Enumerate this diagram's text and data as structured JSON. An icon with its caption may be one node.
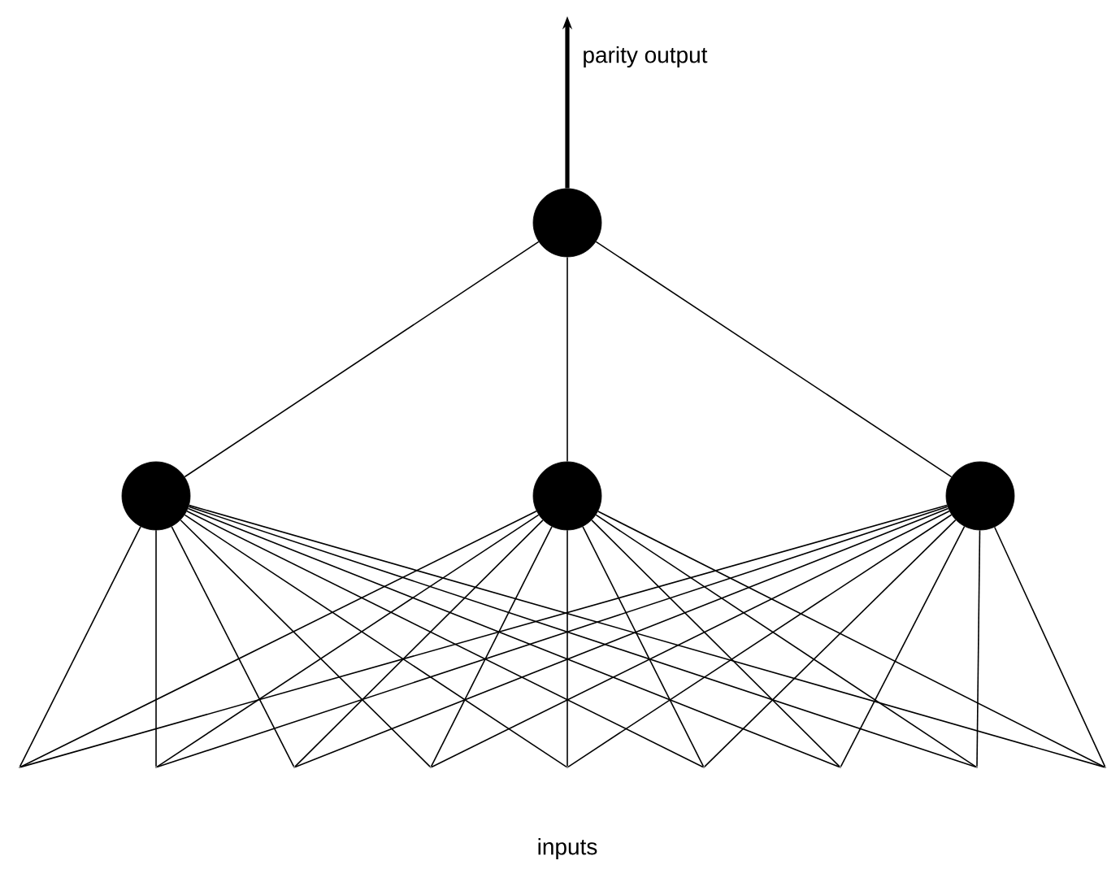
{
  "diagram": {
    "nodes": [
      {
        "text": [],
        "shape": "circle"
      },
      {
        "text": [],
        "shape": "circle"
      },
      {
        "text": [],
        "shape": "circle"
      },
      {
        "text": [],
        "shape": "circle"
      },
      {
        "text": [],
        "shape": "point"
      },
      {
        "text": [],
        "shape": "point"
      },
      {
        "text": [],
        "shape": "point"
      },
      {
        "text": [],
        "shape": "point"
      },
      {
        "text": [],
        "shape": "point"
      },
      {
        "text": [],
        "shape": "point"
      },
      {
        "text": [],
        "shape": "point"
      },
      {
        "text": [],
        "shape": "point"
      },
      {
        "text": [],
        "shape": "point"
      }
    ],
    "edges": [
      {
        "from": 0,
        "to": null,
        "arrow": "to",
        "label": "parity output",
        "style": "thick"
      },
      {
        "from": 0,
        "to": 1,
        "arrow": "none"
      },
      {
        "from": 0,
        "to": 2,
        "arrow": "none"
      },
      {
        "from": 0,
        "to": 3,
        "arrow": "none"
      },
      {
        "from": 1,
        "to": 4,
        "arrow": "none"
      },
      {
        "from": 1,
        "to": 5,
        "arrow": "none"
      },
      {
        "from": 1,
        "to": 6,
        "arrow": "none"
      },
      {
        "from": 1,
        "to": 7,
        "arrow": "none"
      },
      {
        "from": 1,
        "to": 8,
        "arrow": "none"
      },
      {
        "from": 1,
        "to": 9,
        "arrow": "none"
      },
      {
        "from": 1,
        "to": 10,
        "arrow": "none"
      },
      {
        "from": 1,
        "to": 11,
        "arrow": "none"
      },
      {
        "from": 1,
        "to": 12,
        "arrow": "none"
      },
      {
        "from": 2,
        "to": 4,
        "arrow": "none"
      },
      {
        "from": 2,
        "to": 5,
        "arrow": "none"
      },
      {
        "from": 2,
        "to": 6,
        "arrow": "none"
      },
      {
        "from": 2,
        "to": 7,
        "arrow": "none"
      },
      {
        "from": 2,
        "to": 8,
        "arrow": "none"
      },
      {
        "from": 2,
        "to": 9,
        "arrow": "none"
      },
      {
        "from": 2,
        "to": 10,
        "arrow": "none"
      },
      {
        "from": 2,
        "to": 11,
        "arrow": "none"
      },
      {
        "from": 2,
        "to": 12,
        "arrow": "none"
      },
      {
        "from": 3,
        "to": 4,
        "arrow": "none"
      },
      {
        "from": 3,
        "to": 5,
        "arrow": "none"
      },
      {
        "from": 3,
        "to": 6,
        "arrow": "none"
      },
      {
        "from": 3,
        "to": 7,
        "arrow": "none"
      },
      {
        "from": 3,
        "to": 8,
        "arrow": "none"
      },
      {
        "from": 3,
        "to": 9,
        "arrow": "none"
      },
      {
        "from": 3,
        "to": 10,
        "arrow": "none"
      },
      {
        "from": 3,
        "to": 11,
        "arrow": "none"
      },
      {
        "from": 3,
        "to": 12,
        "arrow": "none"
      }
    ],
    "labels": [
      "inputs"
    ]
  }
}
